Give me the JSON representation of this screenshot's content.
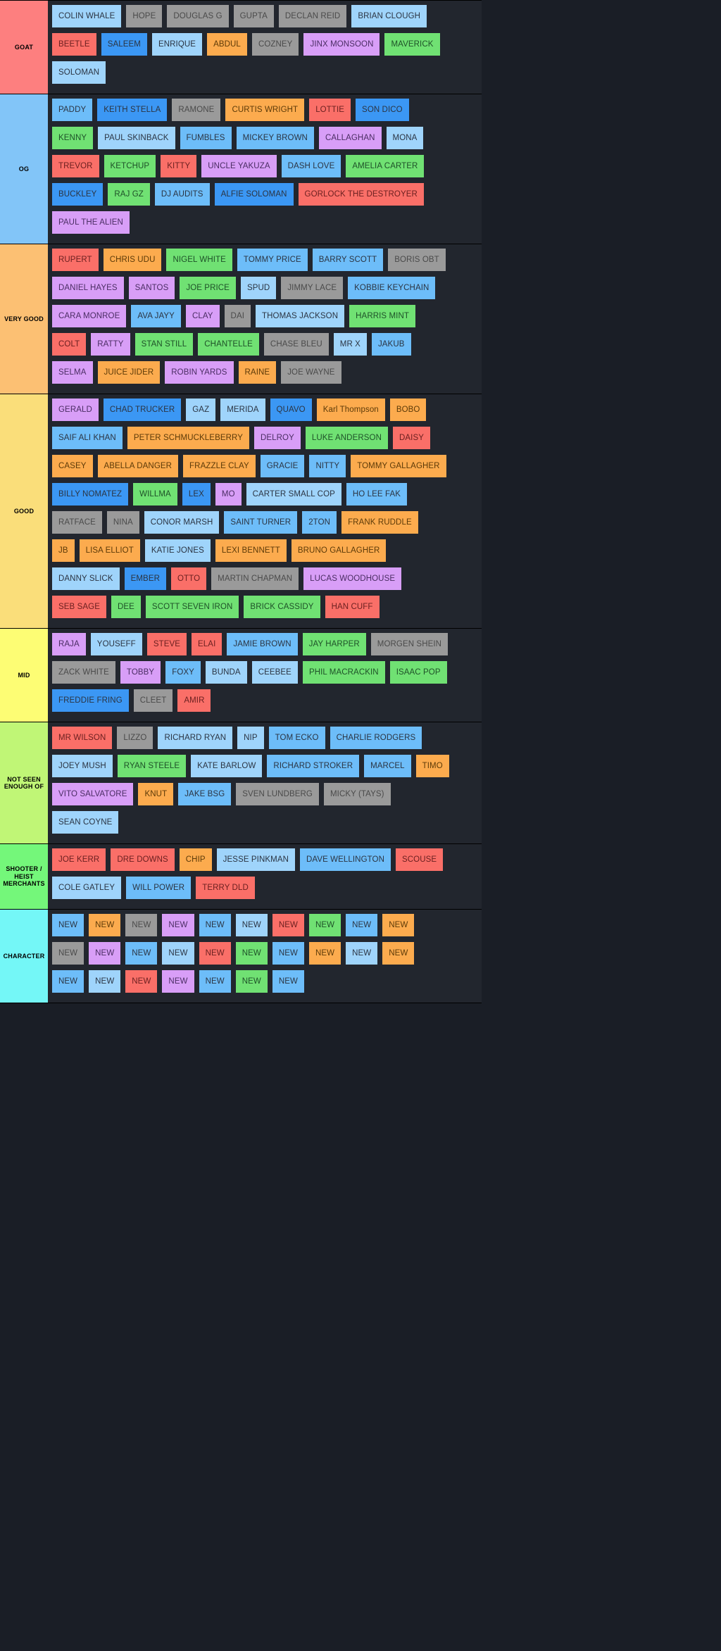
{
  "palette": {
    "lightblue": "#9fd4fb",
    "blue": "#3b97f4",
    "skyblue": "#6dbdf9",
    "gray": "#9a9a9a",
    "red": "#fa6f68",
    "orange": "#fcab4e",
    "green": "#70e173",
    "purple": "#d89ef7",
    "tier_goat": "#fd7f7f",
    "tier_og": "#82c5f8",
    "tier_verygood": "#fcc073",
    "tier_good": "#fade7a",
    "tier_mid": "#fdfd74",
    "tier_notseen": "#c0f676",
    "tier_shooter": "#74f77a",
    "tier_character": "#74f7f7"
  },
  "tiers": [
    {
      "label": "GOAT",
      "color_key": "tier_goat",
      "rows": [
        [
          {
            "t": "COLIN WHALE",
            "c": "lightblue"
          },
          {
            "t": "HOPE",
            "c": "gray"
          },
          {
            "t": "DOUGLAS G",
            "c": "gray"
          },
          {
            "t": "GUPTA",
            "c": "gray"
          },
          {
            "t": "DECLAN REID",
            "c": "gray"
          },
          {
            "t": "BRIAN CLOUGH",
            "c": "lightblue"
          }
        ],
        [
          {
            "t": "BEETLE",
            "c": "red"
          },
          {
            "t": "SALEEM",
            "c": "blue"
          },
          {
            "t": "ENRIQUE",
            "c": "lightblue"
          },
          {
            "t": "ABDUL",
            "c": "orange"
          },
          {
            "t": "COZNEY",
            "c": "gray"
          },
          {
            "t": "JINX MONSOON",
            "c": "purple"
          },
          {
            "t": "MAVERICK",
            "c": "green"
          }
        ],
        [
          {
            "t": "SOLOMAN",
            "c": "lightblue"
          }
        ]
      ]
    },
    {
      "label": "OG",
      "color_key": "tier_og",
      "rows": [
        [
          {
            "t": "PADDY",
            "c": "skyblue"
          },
          {
            "t": "KEITH STELLA",
            "c": "blue"
          },
          {
            "t": "RAMONE",
            "c": "gray"
          },
          {
            "t": "CURTIS WRIGHT",
            "c": "orange"
          },
          {
            "t": "LOTTIE",
            "c": "red"
          },
          {
            "t": "SON DICO",
            "c": "blue"
          }
        ],
        [
          {
            "t": "KENNY",
            "c": "green"
          },
          {
            "t": "PAUL SKINBACK",
            "c": "lightblue"
          },
          {
            "t": "FUMBLES",
            "c": "skyblue"
          },
          {
            "t": "MICKEY BROWN",
            "c": "skyblue"
          },
          {
            "t": "CALLAGHAN",
            "c": "purple"
          },
          {
            "t": "MONA",
            "c": "lightblue"
          }
        ],
        [
          {
            "t": "TREVOR",
            "c": "red"
          },
          {
            "t": "KETCHUP",
            "c": "green"
          },
          {
            "t": "KITTY",
            "c": "red"
          },
          {
            "t": "UNCLE YAKUZA",
            "c": "purple"
          },
          {
            "t": "DASH LOVE",
            "c": "skyblue"
          },
          {
            "t": "AMELIA CARTER",
            "c": "green"
          }
        ],
        [
          {
            "t": "BUCKLEY",
            "c": "blue"
          },
          {
            "t": "RAJ GZ",
            "c": "green"
          },
          {
            "t": "DJ AUDITS",
            "c": "skyblue"
          },
          {
            "t": "ALFIE SOLOMAN",
            "c": "blue"
          },
          {
            "t": "GORLOCK THE DESTROYER",
            "c": "red"
          }
        ],
        [
          {
            "t": "PAUL THE ALIEN",
            "c": "purple"
          }
        ]
      ]
    },
    {
      "label": "VERY GOOD",
      "color_key": "tier_verygood",
      "rows": [
        [
          {
            "t": "RUPERT",
            "c": "red"
          },
          {
            "t": "CHRIS UDU",
            "c": "orange"
          },
          {
            "t": "NIGEL WHITE",
            "c": "green"
          },
          {
            "t": "TOMMY PRICE",
            "c": "skyblue"
          },
          {
            "t": "BARRY SCOTT",
            "c": "skyblue"
          },
          {
            "t": "BORIS OBT",
            "c": "gray"
          }
        ],
        [
          {
            "t": "DANIEL HAYES",
            "c": "purple"
          },
          {
            "t": "SANTOS",
            "c": "purple"
          },
          {
            "t": "JOE PRICE",
            "c": "green"
          },
          {
            "t": "SPUD",
            "c": "lightblue"
          },
          {
            "t": "JIMMY LACE",
            "c": "gray"
          },
          {
            "t": "KOBBIE KEYCHAIN",
            "c": "skyblue"
          }
        ],
        [
          {
            "t": "CARA MONROE",
            "c": "purple"
          },
          {
            "t": "AVA JAYY",
            "c": "skyblue"
          },
          {
            "t": "CLAY",
            "c": "purple"
          },
          {
            "t": "DAI",
            "c": "gray"
          },
          {
            "t": "THOMAS JACKSON",
            "c": "lightblue"
          },
          {
            "t": "HARRIS MINT",
            "c": "green"
          }
        ],
        [
          {
            "t": "COLT",
            "c": "red"
          },
          {
            "t": "RATTY",
            "c": "purple"
          },
          {
            "t": "STAN STILL",
            "c": "green"
          },
          {
            "t": "CHANTELLE",
            "c": "green"
          },
          {
            "t": "CHASE BLEU",
            "c": "gray"
          },
          {
            "t": "MR X",
            "c": "lightblue"
          },
          {
            "t": "JAKUB",
            "c": "skyblue"
          }
        ],
        [
          {
            "t": "SELMA",
            "c": "purple"
          },
          {
            "t": "JUICE JIDER",
            "c": "orange"
          },
          {
            "t": "ROBIN YARDS",
            "c": "purple"
          },
          {
            "t": "RAINE",
            "c": "orange"
          },
          {
            "t": "JOE WAYNE",
            "c": "gray"
          }
        ]
      ]
    },
    {
      "label": "GOOD",
      "color_key": "tier_good",
      "rows": [
        [
          {
            "t": "GERALD",
            "c": "purple"
          },
          {
            "t": "CHAD TRUCKER",
            "c": "blue"
          },
          {
            "t": "GAZ",
            "c": "lightblue"
          },
          {
            "t": "MERIDA",
            "c": "lightblue"
          },
          {
            "t": "QUAVO",
            "c": "blue"
          },
          {
            "t": "Karl Thompson",
            "c": "orange"
          },
          {
            "t": "BOBO",
            "c": "orange"
          }
        ],
        [
          {
            "t": "SAIF ALI KHAN",
            "c": "skyblue"
          },
          {
            "t": "PETER SCHMUCKLEBERRY",
            "c": "orange"
          },
          {
            "t": "DELROY",
            "c": "purple"
          },
          {
            "t": "LUKE ANDERSON",
            "c": "green"
          },
          {
            "t": "DAISY",
            "c": "red"
          }
        ],
        [
          {
            "t": "CASEY",
            "c": "orange"
          },
          {
            "t": "ABELLA DANGER",
            "c": "orange"
          },
          {
            "t": "FRAZZLE CLAY",
            "c": "orange"
          },
          {
            "t": "GRACIE",
            "c": "skyblue"
          },
          {
            "t": "NITTY",
            "c": "skyblue"
          },
          {
            "t": "TOMMY GALLAGHER",
            "c": "orange"
          }
        ],
        [
          {
            "t": "BILLY NOMATEZ",
            "c": "blue"
          },
          {
            "t": "WILLMA",
            "c": "green"
          },
          {
            "t": "LEX",
            "c": "blue"
          },
          {
            "t": "MO",
            "c": "purple"
          },
          {
            "t": "CARTER SMALL COP",
            "c": "lightblue"
          },
          {
            "t": "HO LEE FAK",
            "c": "skyblue"
          }
        ],
        [
          {
            "t": "RATFACE",
            "c": "gray"
          },
          {
            "t": "NINA",
            "c": "gray"
          },
          {
            "t": "CONOR MARSH",
            "c": "lightblue"
          },
          {
            "t": "SAINT TURNER",
            "c": "skyblue"
          },
          {
            "t": "2TON",
            "c": "skyblue"
          },
          {
            "t": "FRANK RUDDLE",
            "c": "orange"
          }
        ],
        [
          {
            "t": "JB",
            "c": "orange"
          },
          {
            "t": "LISA ELLIOT",
            "c": "orange"
          },
          {
            "t": "KATIE JONES",
            "c": "lightblue"
          },
          {
            "t": "LEXI BENNETT",
            "c": "orange"
          },
          {
            "t": "BRUNO GALLAGHER",
            "c": "orange"
          }
        ],
        [
          {
            "t": "DANNY SLICK",
            "c": "lightblue"
          },
          {
            "t": "EMBER",
            "c": "blue"
          },
          {
            "t": "OTTO",
            "c": "red"
          },
          {
            "t": "MARTIN CHAPMAN",
            "c": "gray"
          },
          {
            "t": "LUCAS WOODHOUSE",
            "c": "purple"
          }
        ],
        [
          {
            "t": "SEB SAGE",
            "c": "red"
          },
          {
            "t": "DEE",
            "c": "green"
          },
          {
            "t": "SCOTT SEVEN IRON",
            "c": "green"
          },
          {
            "t": "BRICK CASSIDY",
            "c": "green"
          },
          {
            "t": "HAN CUFF",
            "c": "red"
          }
        ]
      ]
    },
    {
      "label": "MID",
      "color_key": "tier_mid",
      "rows": [
        [
          {
            "t": "RAJA",
            "c": "purple"
          },
          {
            "t": "YOUSEFF",
            "c": "lightblue"
          },
          {
            "t": "STEVE",
            "c": "red"
          },
          {
            "t": "ELAI",
            "c": "red"
          },
          {
            "t": "JAMIE BROWN",
            "c": "skyblue"
          },
          {
            "t": "JAY HARPER",
            "c": "green"
          },
          {
            "t": "MORGEN SHEIN",
            "c": "gray"
          }
        ],
        [
          {
            "t": "ZACK WHITE",
            "c": "gray"
          },
          {
            "t": "TOBBY",
            "c": "purple"
          },
          {
            "t": "FOXY",
            "c": "skyblue"
          },
          {
            "t": "BUNDA",
            "c": "lightblue"
          },
          {
            "t": "CEEBEE",
            "c": "lightblue"
          },
          {
            "t": "PHIL MACRACKIN",
            "c": "green"
          },
          {
            "t": "ISAAC POP",
            "c": "green"
          }
        ],
        [
          {
            "t": "FREDDIE FRING",
            "c": "blue"
          },
          {
            "t": "CLEET",
            "c": "gray"
          },
          {
            "t": "AMIR",
            "c": "red"
          }
        ]
      ]
    },
    {
      "label": "NOT SEEN ENOUGH OF",
      "color_key": "tier_notseen",
      "rows": [
        [
          {
            "t": "MR WILSON",
            "c": "red"
          },
          {
            "t": "LIZZO",
            "c": "gray"
          },
          {
            "t": "RICHARD RYAN",
            "c": "lightblue"
          },
          {
            "t": "NIP",
            "c": "lightblue"
          },
          {
            "t": "TOM ECKO",
            "c": "skyblue"
          },
          {
            "t": "CHARLIE RODGERS",
            "c": "skyblue"
          }
        ],
        [
          {
            "t": "JOEY MUSH",
            "c": "lightblue"
          },
          {
            "t": "RYAN STEELE",
            "c": "green"
          },
          {
            "t": "KATE BARLOW",
            "c": "lightblue"
          },
          {
            "t": "RICHARD STROKER",
            "c": "skyblue"
          },
          {
            "t": "MARCEL",
            "c": "skyblue"
          },
          {
            "t": "TIMO",
            "c": "orange"
          }
        ],
        [
          {
            "t": "VITO SALVATORE",
            "c": "purple"
          },
          {
            "t": "KNUT",
            "c": "orange"
          },
          {
            "t": "JAKE BSG",
            "c": "skyblue"
          },
          {
            "t": "SVEN LUNDBERG",
            "c": "gray"
          },
          {
            "t": "MICKY (TAYS)",
            "c": "gray"
          }
        ],
        [
          {
            "t": "SEAN COYNE",
            "c": "lightblue"
          }
        ]
      ]
    },
    {
      "label": "SHOOTER / HEIST MERCHANTS",
      "color_key": "tier_shooter",
      "rows": [
        [
          {
            "t": "JOE KERR",
            "c": "red"
          },
          {
            "t": "DRE DOWNS",
            "c": "red"
          },
          {
            "t": "CHIP",
            "c": "orange"
          },
          {
            "t": "JESSE PINKMAN",
            "c": "lightblue"
          },
          {
            "t": "DAVE WELLINGTON",
            "c": "skyblue"
          },
          {
            "t": "SCOUSE",
            "c": "red"
          }
        ],
        [
          {
            "t": "COLE GATLEY",
            "c": "lightblue"
          },
          {
            "t": "WILL POWER",
            "c": "skyblue"
          },
          {
            "t": "TERRY DLD",
            "c": "red"
          }
        ]
      ]
    },
    {
      "label": "CHARACTER",
      "color_key": "tier_character",
      "rows": [
        [
          {
            "t": "NEW",
            "c": "skyblue"
          },
          {
            "t": "NEW",
            "c": "orange"
          },
          {
            "t": "NEW",
            "c": "gray"
          },
          {
            "t": "NEW",
            "c": "purple"
          },
          {
            "t": "NEW",
            "c": "skyblue"
          },
          {
            "t": "NEW",
            "c": "lightblue"
          },
          {
            "t": "NEW",
            "c": "red"
          },
          {
            "t": "NEW",
            "c": "green"
          },
          {
            "t": "NEW",
            "c": "skyblue"
          },
          {
            "t": "NEW",
            "c": "orange"
          }
        ],
        [
          {
            "t": "NEW",
            "c": "gray"
          },
          {
            "t": "NEW",
            "c": "purple"
          },
          {
            "t": "NEW",
            "c": "skyblue"
          },
          {
            "t": "NEW",
            "c": "lightblue"
          },
          {
            "t": "NEW",
            "c": "red"
          },
          {
            "t": "NEW",
            "c": "green"
          },
          {
            "t": "NEW",
            "c": "skyblue"
          },
          {
            "t": "NEW",
            "c": "orange"
          },
          {
            "t": "NEW",
            "c": "lightblue"
          },
          {
            "t": "NEW",
            "c": "orange"
          }
        ],
        [
          {
            "t": "NEW",
            "c": "skyblue"
          },
          {
            "t": "NEW",
            "c": "lightblue"
          },
          {
            "t": "NEW",
            "c": "red"
          },
          {
            "t": "NEW",
            "c": "purple"
          },
          {
            "t": "NEW",
            "c": "skyblue"
          },
          {
            "t": "NEW",
            "c": "green"
          },
          {
            "t": "NEW",
            "c": "skyblue"
          }
        ]
      ]
    }
  ]
}
